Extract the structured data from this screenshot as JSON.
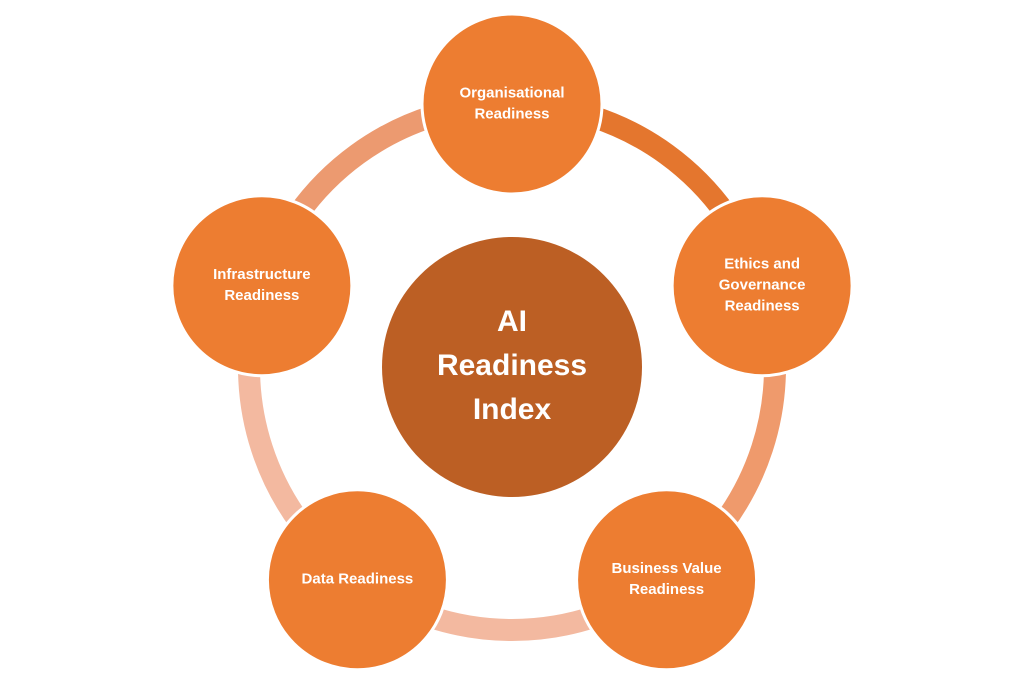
{
  "center": {
    "label_lines": [
      "AI",
      "Readiness",
      "Index"
    ],
    "color": "#BC5F24"
  },
  "nodes": [
    {
      "id": "organisational",
      "label_lines": [
        "Organisational",
        "Readiness"
      ],
      "color": "#ED7D31"
    },
    {
      "id": "ethics-governance",
      "label_lines": [
        "Ethics and",
        "Governance",
        "Readiness"
      ],
      "color": "#ED7D31"
    },
    {
      "id": "business-value",
      "label_lines": [
        "Business Value",
        "Readiness"
      ],
      "color": "#ED7D31"
    },
    {
      "id": "data",
      "label_lines": [
        "Data Readiness"
      ],
      "color": "#ED7D31"
    },
    {
      "id": "infrastructure",
      "label_lines": [
        "Infrastructure",
        "Readiness"
      ],
      "color": "#ED7D31"
    }
  ],
  "ring_segments": [
    {
      "from": "organisational",
      "to": "ethics-governance",
      "color": "#E4762E"
    },
    {
      "from": "ethics-governance",
      "to": "business-value",
      "color": "#EF9A6C"
    },
    {
      "from": "business-value",
      "to": "data",
      "color": "#F3B9A0"
    },
    {
      "from": "data",
      "to": "infrastructure",
      "color": "#F3B9A0"
    },
    {
      "from": "infrastructure",
      "to": "organisational",
      "color": "#EC9A70"
    }
  ],
  "node_border_color": "#FFFFFF"
}
